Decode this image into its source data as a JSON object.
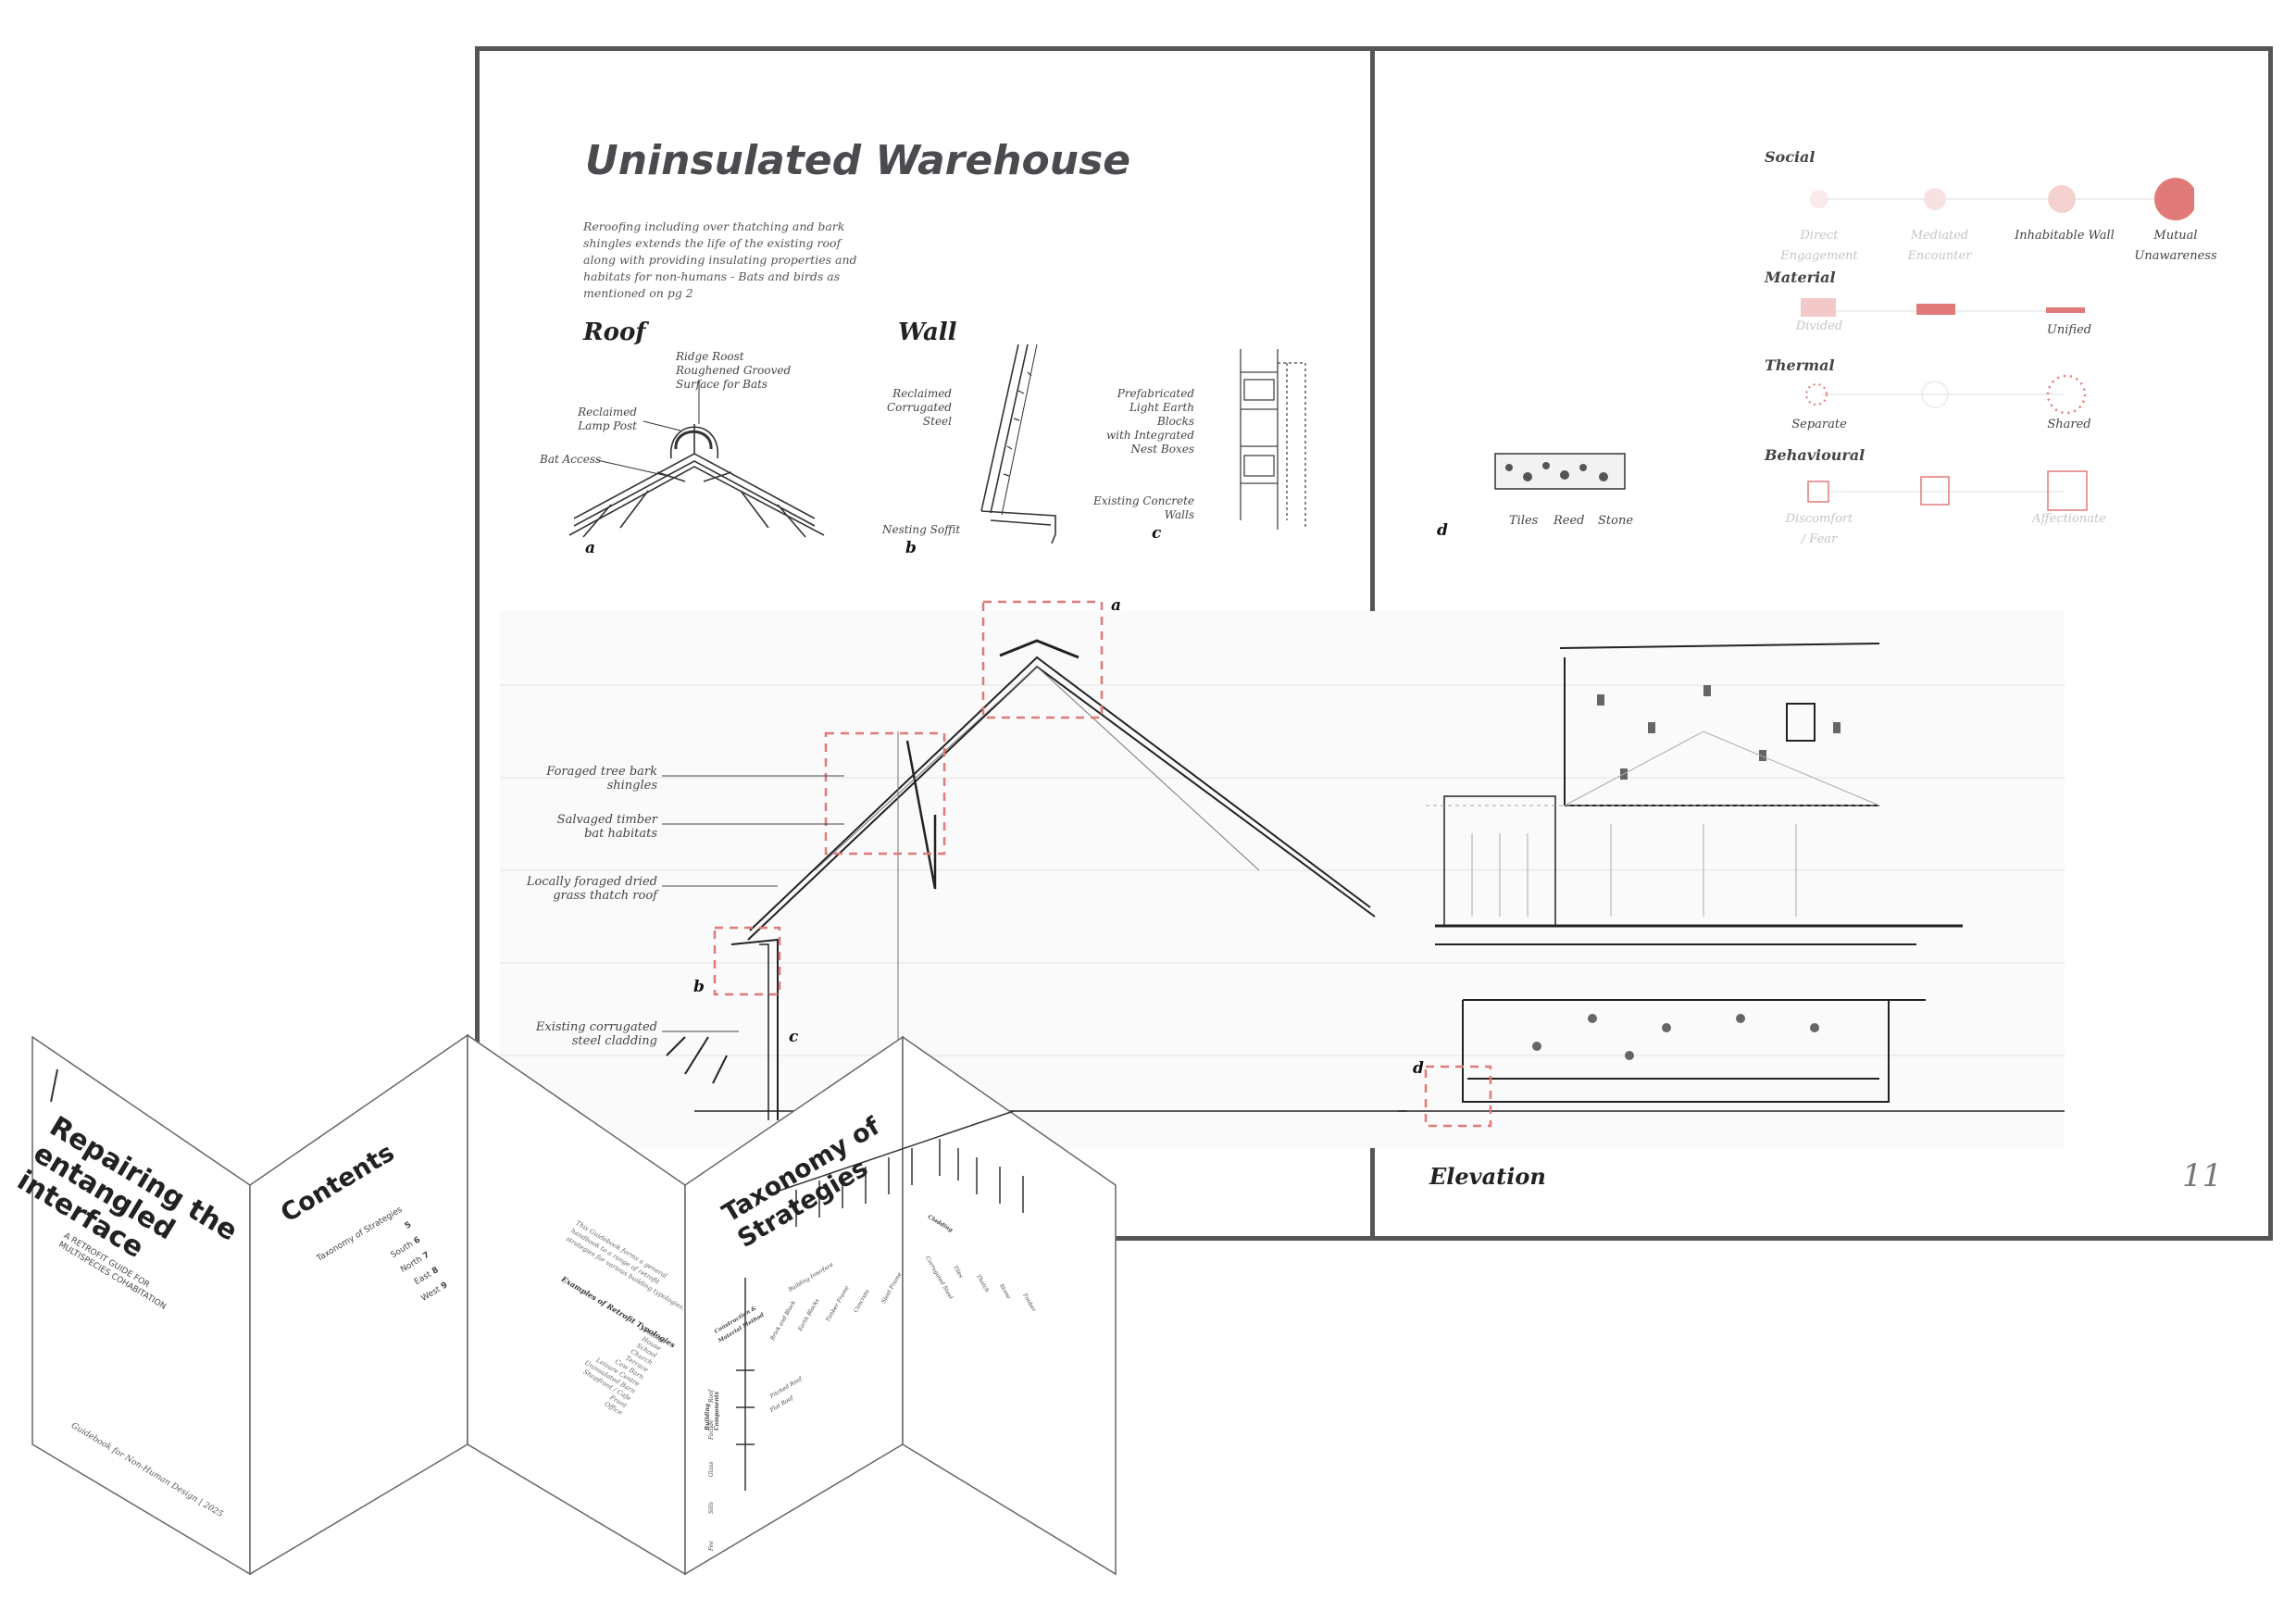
{
  "page": {
    "title": "Uninsulated Warehouse",
    "intro": "Reroofing including over thatching and bark shingles extends the life of the existing roof along with providing insulating properties and habitats for non-humans - Bats and birds as mentioned on pg 2",
    "page_number": "11",
    "elevation_label": "Elevation"
  },
  "details": {
    "roof": {
      "heading": "Roof",
      "letter": "a",
      "labels": [
        "Ridge Roost",
        "Roughened Grooved",
        "Surface for Bats",
        "Reclaimed",
        "Lamp Post",
        "Bat Access"
      ]
    },
    "wall": {
      "heading": "Wall",
      "letter": "b",
      "labels": [
        "Reclaimed",
        "Corrugated",
        "Steel",
        "Nesting Soffit"
      ]
    },
    "panel_c": {
      "letter": "c",
      "labels": [
        "Prefabricated",
        "Light Earth",
        "Blocks",
        "with Integrated",
        "Nest Boxes",
        "Existing Concrete",
        "Walls"
      ]
    },
    "panel_d": {
      "letter": "d",
      "labels": [
        "Tiles",
        "Reed",
        "Stone"
      ]
    }
  },
  "section_callouts": [
    {
      "lines": [
        "Foraged tree bark",
        "shingles"
      ]
    },
    {
      "lines": [
        "Salvaged timber",
        "bat habitats"
      ]
    },
    {
      "lines": [
        "Locally foraged dried",
        "grass thatch roof"
      ]
    },
    {
      "lines": [
        "Existing corrugated",
        "steel cladding"
      ]
    }
  ],
  "section_letters": [
    "a",
    "b",
    "c",
    "d"
  ],
  "legend": {
    "social": {
      "heading": "Social",
      "items": [
        "Direct Engagement",
        "Mediated",
        "Encounter",
        "Inhabitable Wall",
        "Mutual",
        "Unawareness"
      ]
    },
    "material": {
      "heading": "Material",
      "items": [
        "Divided",
        "Unified"
      ]
    },
    "thermal": {
      "heading": "Thermal",
      "items": [
        "Separate",
        "Shared"
      ]
    },
    "behavioural": {
      "heading": "Behavioural",
      "items": [
        "Discomfort",
        "/ Fear",
        "Affectionate"
      ]
    }
  },
  "colors": {
    "accent": "#e07a78",
    "accent_light": "#f2c9c8",
    "frame": "#555555",
    "title": "#4a4a4f"
  },
  "brochure": {
    "cover_title": [
      "Repairing the",
      "entangled",
      "interface"
    ],
    "cover_subtitle": [
      "A RETROFIT GUIDE FOR",
      "MULTISPECIES COHABITATION"
    ],
    "cover_footer": "Guidebook for Non-Human Design | 2025",
    "contents_heading": "Contents",
    "contents": [
      {
        "label": "Taxonomy of Strategies",
        "page": "5"
      },
      {
        "label": "South",
        "page": "6"
      },
      {
        "label": "North",
        "page": "7"
      },
      {
        "label": "East",
        "page": "8"
      },
      {
        "label": "West",
        "page": "9"
      }
    ],
    "panel3_intro": [
      "This Guidebook forms a general",
      "handbook to a range of retrofit",
      "strategies for various building typologies."
    ],
    "panel3_heading": "Examples of Retrofit Typologies",
    "panel3_list": [
      "Stables",
      "House",
      "School",
      "Church",
      "Terrace",
      "Cow Barn",
      "Leisure Centre",
      "Uninsulated Barn",
      "Shopfront / Cafe Front",
      "Office"
    ],
    "taxonomy_heading": [
      "Taxonomy of",
      "Strategies"
    ],
    "taxonomy_labels": [
      "Building Interface",
      "Construction &",
      "Material Method",
      "Building",
      "Components",
      "Brick and Block",
      "Earth Blocks",
      "Timber Frame",
      "Concrete",
      "Steel Frame",
      "Cladding",
      "Corrugated Steel",
      "Tiles",
      "Thatch",
      "Stone",
      "Timber",
      "Roof",
      "Facade",
      "Glass",
      "Sills",
      "Fee",
      "Pitched Roof",
      "Flat Roof"
    ]
  }
}
